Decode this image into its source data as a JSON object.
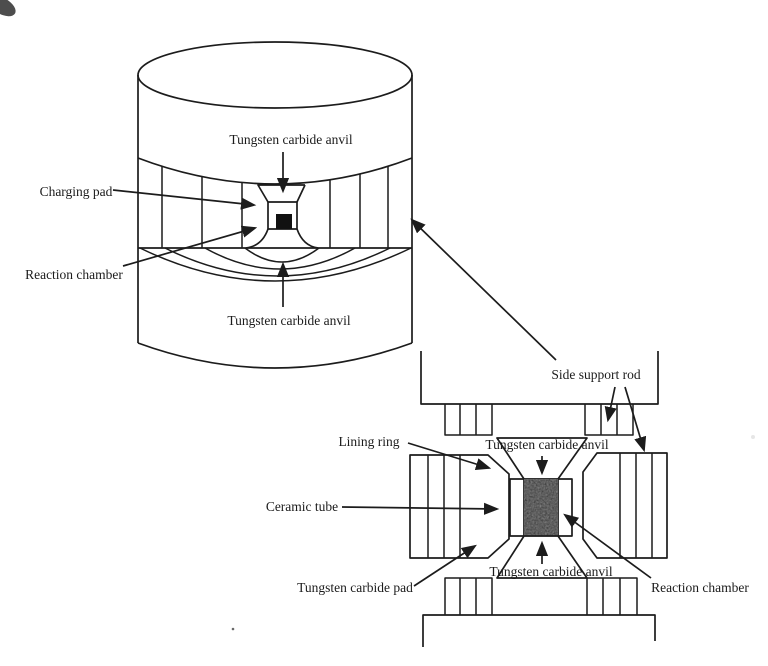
{
  "canvas": {
    "background": "#ffffff",
    "ink": "#1c1c1c",
    "sample_fill": "#141414"
  },
  "top_diagram": {
    "labels": {
      "anvil_top": "Tungsten carbide anvil",
      "charging_pad": "Charging pad",
      "reaction_chamber": "Reaction chamber",
      "anvil_bottom": "Tungsten carbide anvil"
    }
  },
  "bottom_diagram": {
    "labels": {
      "side_support_rod": "Side support rod",
      "lining_ring": "Lining ring",
      "anvil_top": "Tungsten carbide anvil",
      "ceramic_tube": "Ceramic tube",
      "tungsten_carbide_pad": "Tungsten carbide pad",
      "anvil_bottom": "Tungsten carbide anvil",
      "reaction_chamber": "Reaction chamber"
    }
  }
}
